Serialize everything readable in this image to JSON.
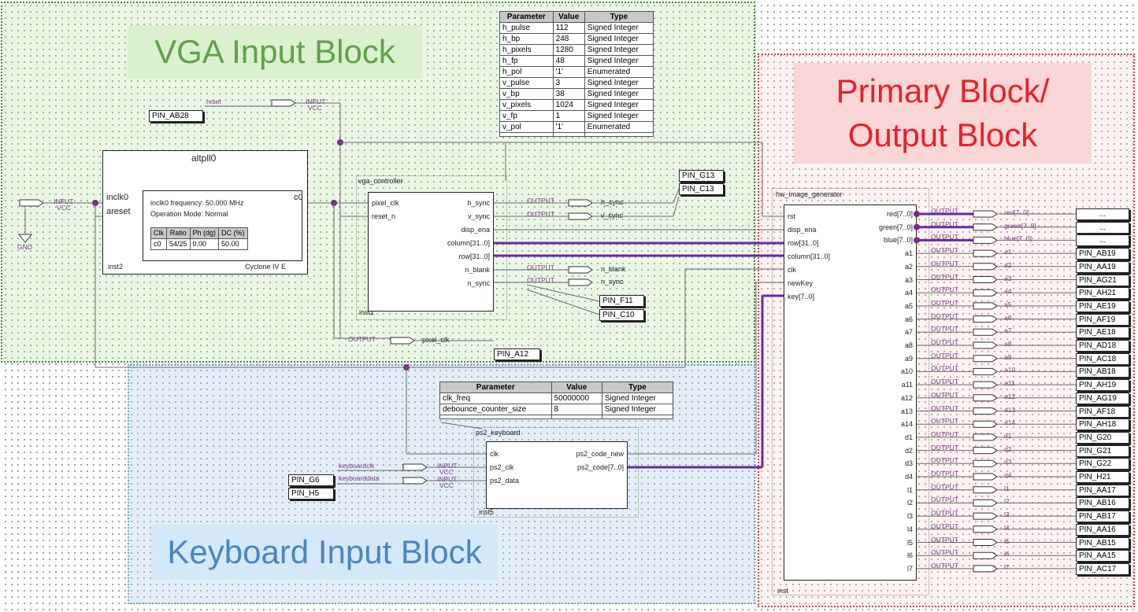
{
  "regions": {
    "vga_label": "VGA Input Block",
    "keyboard_label": "Keyboard Input Block",
    "primary_label": "Primary Block/\nOutput Block"
  },
  "vga_params": {
    "headers": [
      "Parameter",
      "Value",
      "Type"
    ],
    "rows": [
      [
        "h_pulse",
        "112",
        "Signed Integer"
      ],
      [
        "h_bp",
        "248",
        "Signed Integer"
      ],
      [
        "h_pixels",
        "1280",
        "Signed Integer"
      ],
      [
        "h_fp",
        "48",
        "Signed Integer"
      ],
      [
        "h_pol",
        "'1'",
        "Enumerated"
      ],
      [
        "v_pulse",
        "3",
        "Signed Integer"
      ],
      [
        "v_bp",
        "38",
        "Signed Integer"
      ],
      [
        "v_pixels",
        "1024",
        "Signed Integer"
      ],
      [
        "v_fp",
        "1",
        "Signed Integer"
      ],
      [
        "v_pol",
        "'1'",
        "Enumerated"
      ]
    ]
  },
  "ps2_params": {
    "headers": [
      "Parameter",
      "Value",
      "Type"
    ],
    "rows": [
      [
        "clk_freq",
        "50000000",
        "Signed Integer"
      ],
      [
        "debounce_counter_size",
        "8",
        "Signed Integer"
      ]
    ]
  },
  "altpll": {
    "title": "altpll0",
    "port_inclk": "inclk0",
    "port_areset": "areset",
    "port_c0": "c0",
    "info1": "inclk0 frequency: 50.000 MHz",
    "info2": "Operation Mode: Normal",
    "table_headers": [
      "Clk",
      "Ratio",
      "Ph (dg)",
      "DC (%)"
    ],
    "table_row": [
      "c0",
      "54/25",
      "0.00",
      "50.00"
    ],
    "inst": "inst2",
    "device": "Cyclone IV E"
  },
  "vga_controller": {
    "title": "vga_controller",
    "in_ports": [
      "pixel_clk",
      "reset_n"
    ],
    "out_ports": [
      "h_sync",
      "v_sync",
      "disp_ena",
      "column[31..0]",
      "row[31..0]",
      "n_blank",
      "n_sync"
    ],
    "inst": "inst1"
  },
  "ps2_keyboard": {
    "title": "ps2_keyboard",
    "in_ports": [
      "clk",
      "ps2_clk",
      "ps2_data"
    ],
    "out_ports": [
      "ps2_code_new",
      "ps2_code[7..0]"
    ],
    "inst": "inst5"
  },
  "hw_image_generator": {
    "title": "hw_image_generator",
    "in_ports": [
      "rst",
      "disp_ena",
      "row[31..0]",
      "column[31..0]",
      "clk",
      "newKey",
      "key[7..0]"
    ],
    "out_ports": [
      "red[7..0]",
      "green[7..0]",
      "blue[7..0]",
      "a1",
      "a2",
      "a3",
      "a4",
      "a5",
      "a6",
      "a7",
      "a8",
      "a9",
      "a10",
      "a11",
      "a12",
      "a13",
      "a14",
      "d1",
      "d2",
      "d3",
      "d4",
      "l1",
      "l2",
      "l3",
      "l4",
      "l5",
      "l6",
      "l7"
    ],
    "inst": "inst"
  },
  "output_pins": [
    "...",
    "...",
    "...",
    "PIN_AB19",
    "PIN_AA19",
    "PIN_AG21",
    "PIN_AH21",
    "PIN_AE19",
    "PIN_AF19",
    "PIN_AE18",
    "PIN_AD18",
    "PIN_AC18",
    "PIN_AB18",
    "PIN_AH19",
    "PIN_AG19",
    "PIN_AF18",
    "PIN_AH18",
    "PIN_G20",
    "PIN_G21",
    "PIN_G22",
    "PIN_H21",
    "PIN_AA17",
    "PIN_AB16",
    "PIN_AB17",
    "PIN_AA16",
    "PIN_AB15",
    "PIN_AA15",
    "PIN_AC17"
  ],
  "io_labels": {
    "input": "INPUT",
    "vcc": "VCC",
    "output": "OUTPUT",
    "gnd": "GND",
    "reset": "reset",
    "pixel_clk": "pixel_clk",
    "h_sync": "h_sync",
    "v_sync": "v_sync",
    "n_blank": "n_blank",
    "n_sync": "n_sync",
    "keyboardclk": "keyboardclk",
    "keyboarddata": "keyboarddata"
  },
  "pins": {
    "reset": "PIN_AB28",
    "h_sync": "PIN_G13",
    "v_sync": "PIN_C13",
    "n_blank": "PIN_F11",
    "n_sync": "PIN_C10",
    "pixel_clk": "PIN_A12",
    "kbclk": "PIN_G6",
    "kbdata": "PIN_H5"
  }
}
